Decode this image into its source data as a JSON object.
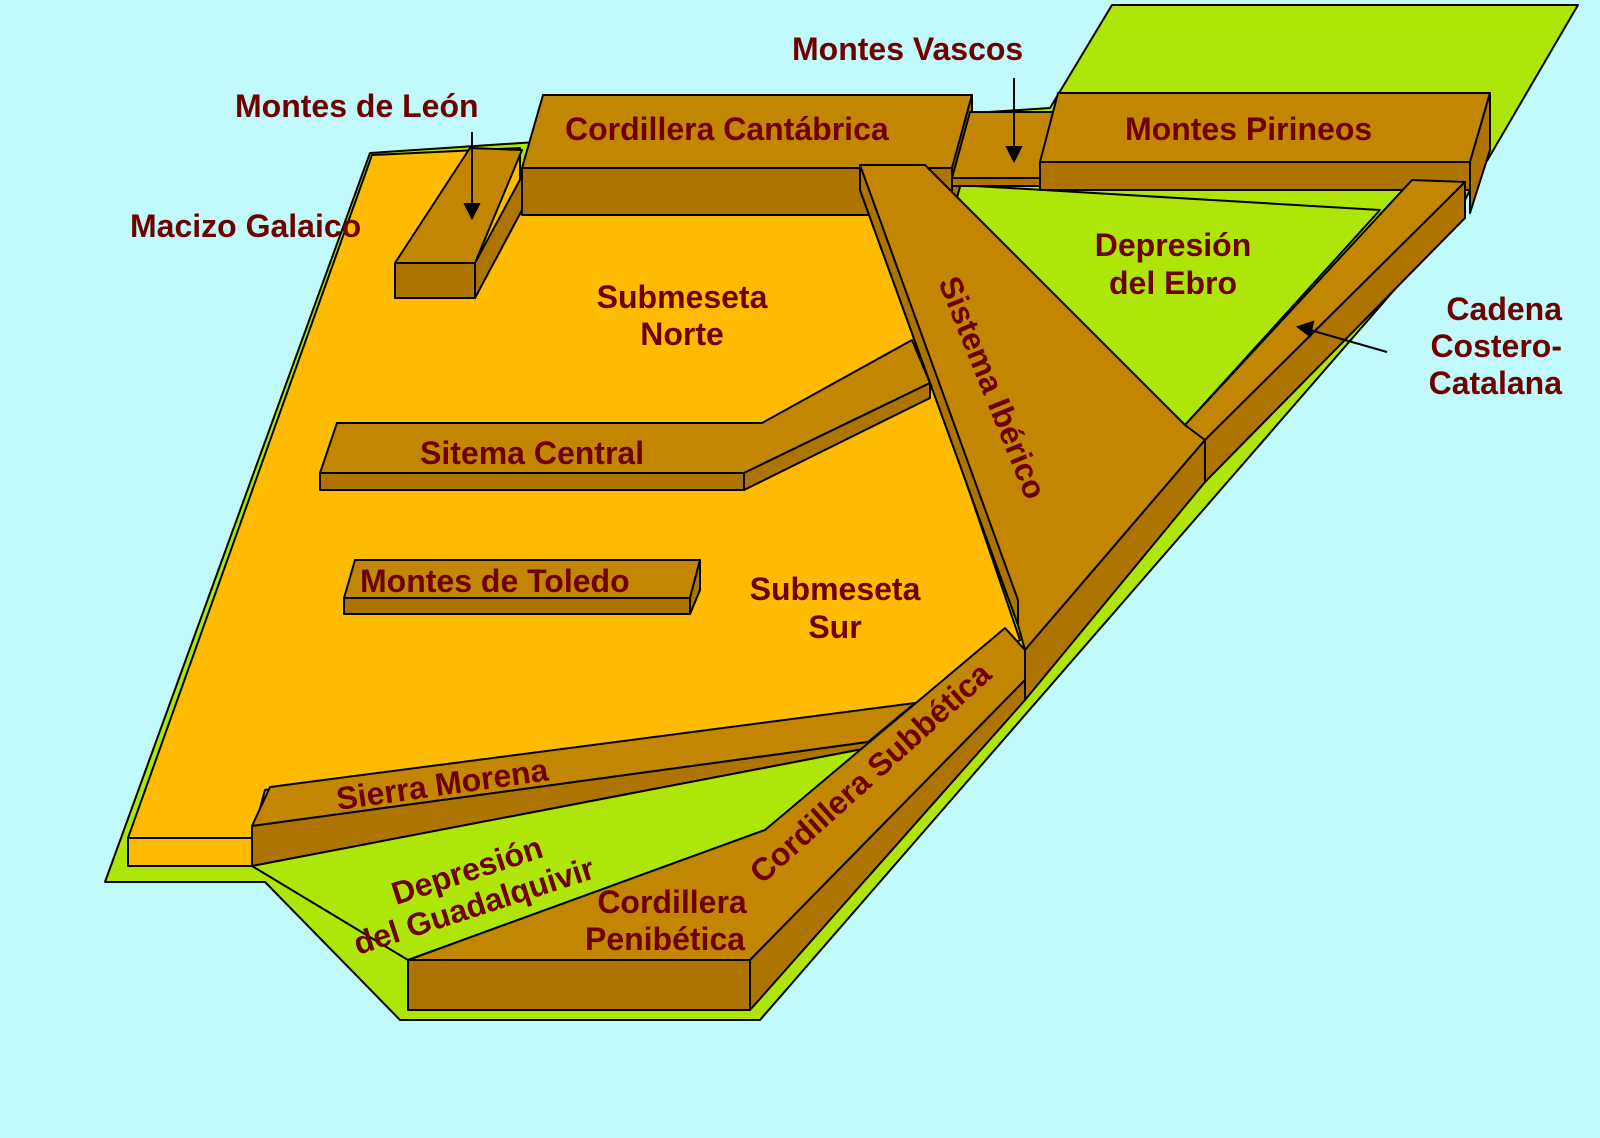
{
  "colors": {
    "background": "#C0FAFA",
    "green_base": "#AEE60A",
    "meseta": "#FFBB00",
    "mountain_top": "#C28600",
    "mountain_side": "#AD7500",
    "label_text": "#6E0000"
  },
  "labels": {
    "montes_vascos": "Montes Vascos",
    "montes_de_leon": "Montes de León",
    "cordillera_cantabrica": "Cordillera Cantábrica",
    "montes_pirineos": "Montes Pirineos",
    "macizo_galaico": "Macizo Galaico",
    "depresion_ebro_l1": "Depresión",
    "depresion_ebro_l2": "del Ebro",
    "submeseta_norte_l1": "Submeseta",
    "submeseta_norte_l2": "Norte",
    "sistema_iberico": "Sistema Ibérico",
    "cadena_l1": "Cadena",
    "cadena_l2": "Costero-",
    "cadena_l3": "Catalana",
    "sistema_central": "Sitema Central",
    "montes_de_toledo": "Montes de Toledo",
    "submeseta_sur_l1": "Submeseta",
    "submeseta_sur_l2": "Sur",
    "cordillera_subbetica": "Cordillera Subbética",
    "sierra_morena": "Sierra Morena",
    "depresion_guadalquivir_l1": "Depresión",
    "depresion_guadalquivir_l2": "del Guadalquivir",
    "cordillera_penibetica_l1": "Cordillera",
    "cordillera_penibetica_l2": "Penibética"
  }
}
